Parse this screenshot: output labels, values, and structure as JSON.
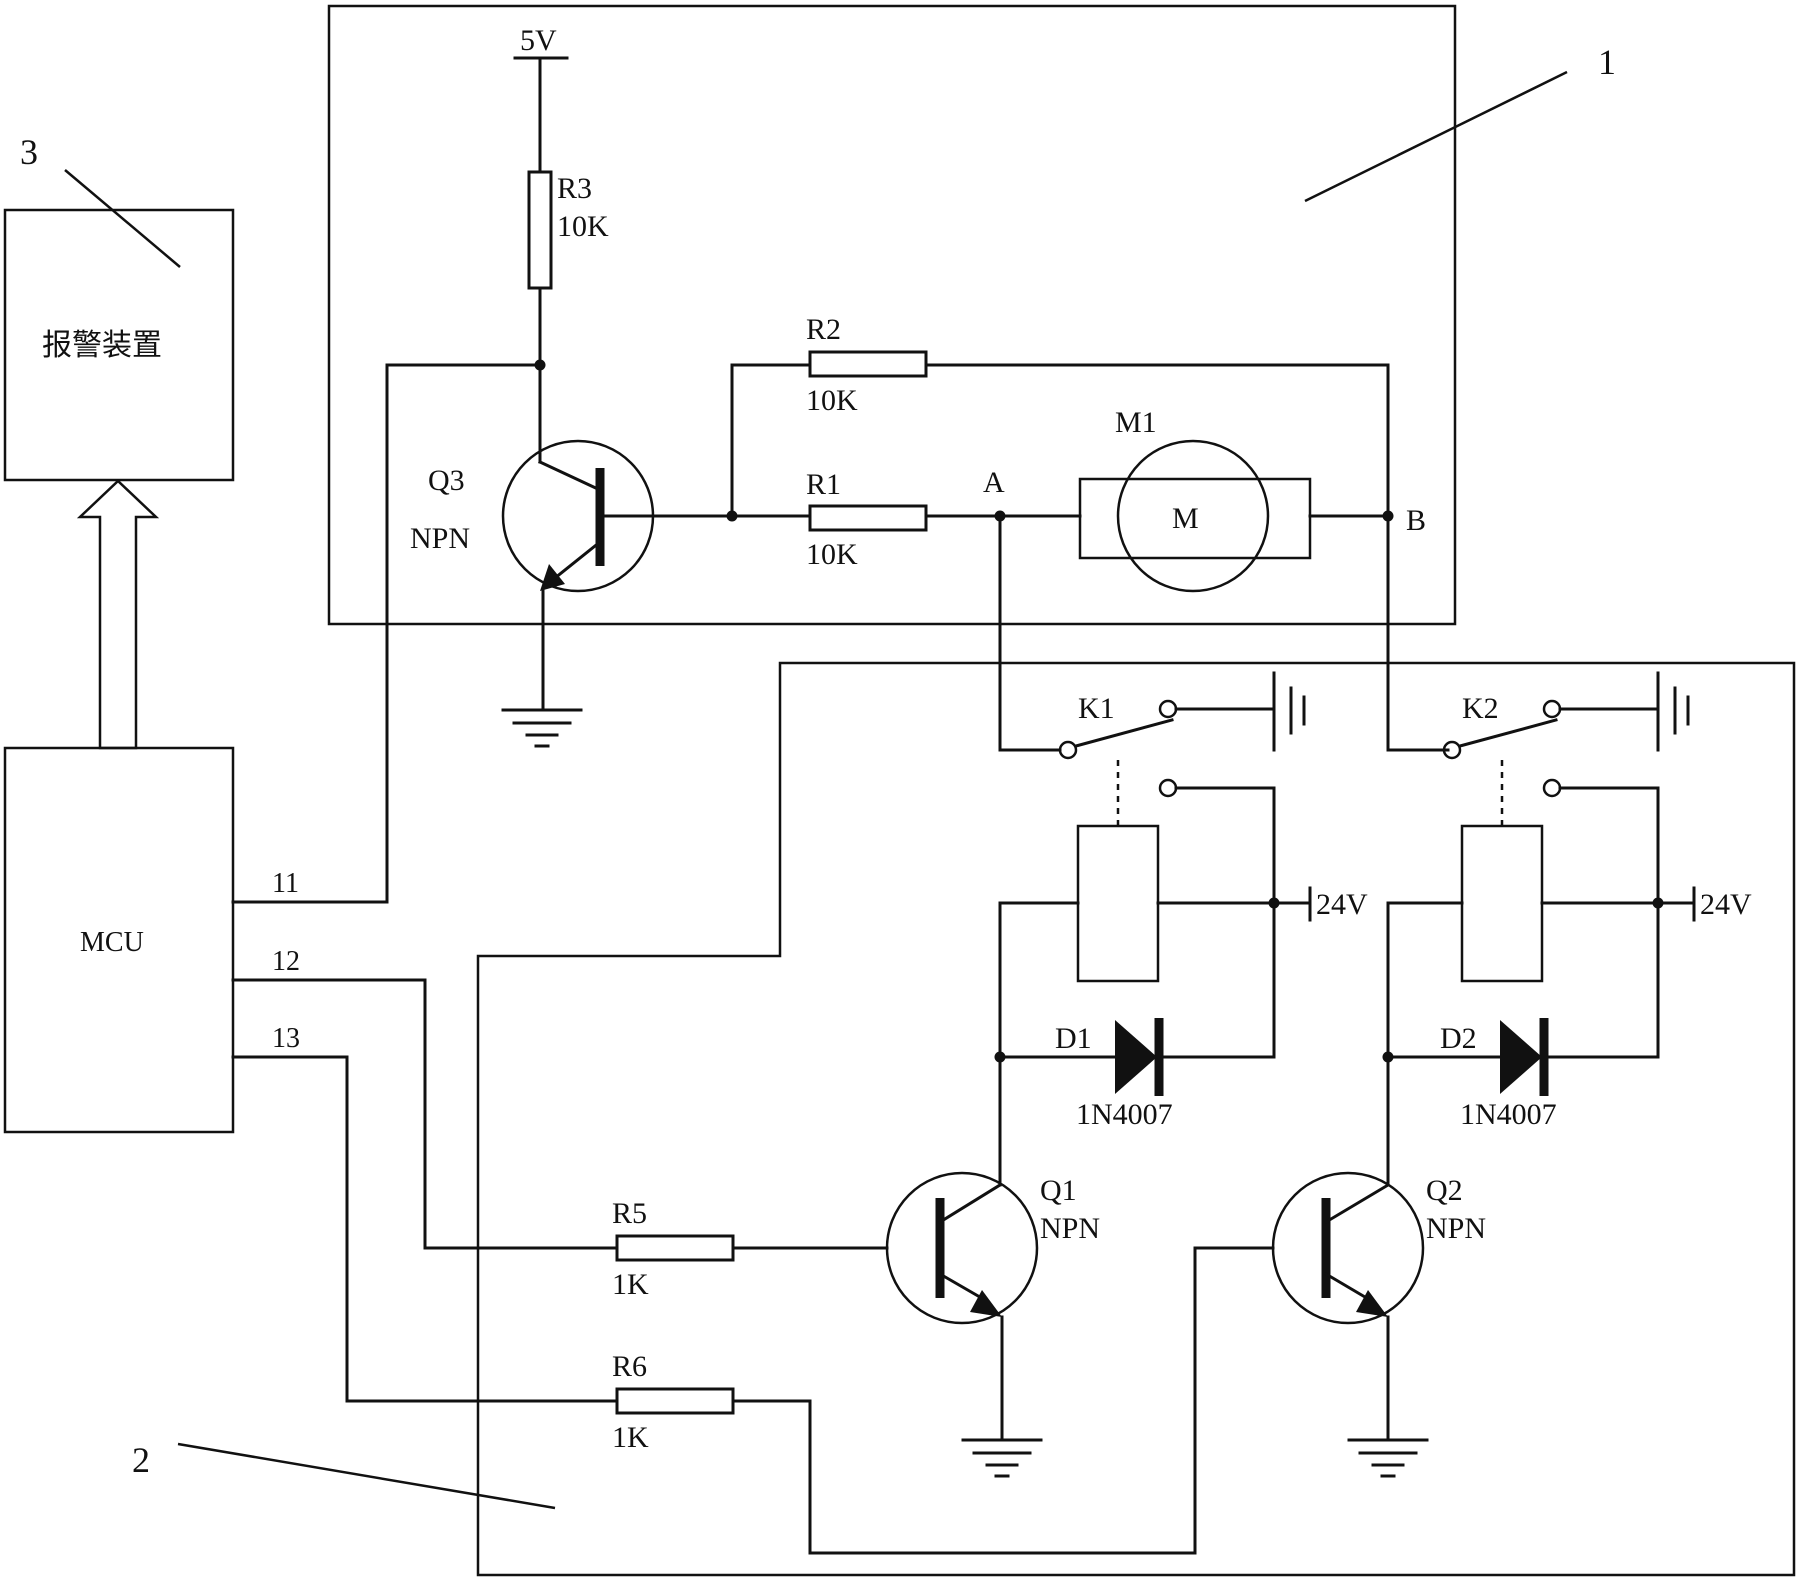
{
  "callouts": {
    "c1": "1",
    "c2": "2",
    "c3": "3"
  },
  "alarm": {
    "label": "报警装置"
  },
  "mcu": {
    "label": "MCU",
    "pin11": "11",
    "pin12": "12",
    "pin13": "13"
  },
  "supply": {
    "v5": "5V",
    "v24_k1": "24V",
    "v24_k2": "24V"
  },
  "components": {
    "r1": {
      "name": "R1",
      "value": "10K"
    },
    "r2": {
      "name": "R2",
      "value": "10K"
    },
    "r3": {
      "name": "R3",
      "value": "10K"
    },
    "r5": {
      "name": "R5",
      "value": "1K"
    },
    "r6": {
      "name": "R6",
      "value": "1K"
    },
    "q1": {
      "name": "Q1",
      "type": "NPN"
    },
    "q2": {
      "name": "Q2",
      "type": "NPN"
    },
    "q3": {
      "name": "Q3",
      "type": "NPN"
    },
    "d1": {
      "name": "D1",
      "part": "1N4007"
    },
    "d2": {
      "name": "D2",
      "part": "1N4007"
    },
    "k1": {
      "name": "K1"
    },
    "k2": {
      "name": "K2"
    },
    "m1": {
      "name": "M1",
      "symbol": "M"
    }
  },
  "nodes": {
    "a": "A",
    "b": "B"
  },
  "icons": [
    "ground-icon",
    "battery-icon",
    "npn-transistor-icon",
    "diode-icon",
    "relay-coil-icon",
    "motor-icon",
    "up-arrow-icon"
  ]
}
